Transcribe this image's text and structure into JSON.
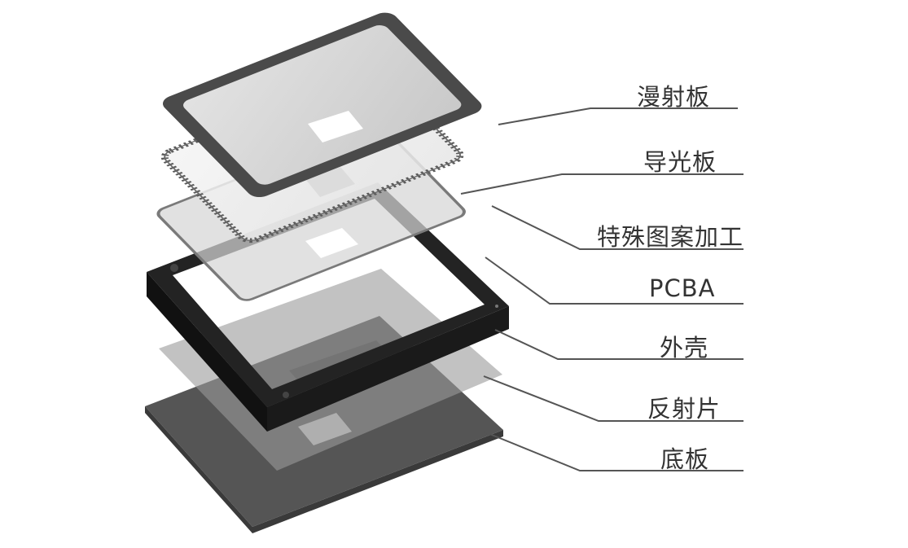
{
  "layers": [
    {
      "id": "diffuser",
      "label": "漫射板"
    },
    {
      "id": "light-guide",
      "label": "导光板"
    },
    {
      "id": "special-pattern",
      "label": "特殊图案加工"
    },
    {
      "id": "pcba",
      "label": "PCBA"
    },
    {
      "id": "housing",
      "label": "外壳"
    },
    {
      "id": "reflector",
      "label": "反射片"
    },
    {
      "id": "base-plate",
      "label": "底板"
    }
  ],
  "colors": {
    "label_text": "#333333",
    "leader_line": "#555555",
    "frame_dark": "#4a4a4a",
    "housing": "#1e1e1e",
    "base": "#555555"
  }
}
